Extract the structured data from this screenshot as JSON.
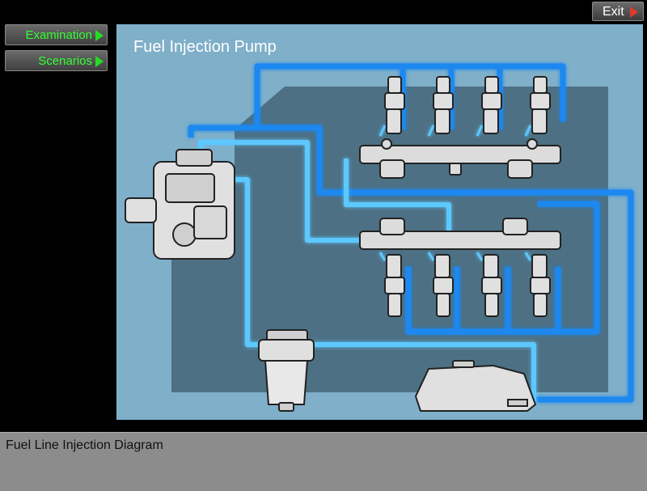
{
  "toolbar": {
    "exit_label": "Exit"
  },
  "sidebar": {
    "examination_label": "Examination",
    "scenarios_label": "Scenarios"
  },
  "diagram": {
    "title": "Fuel Injection Pump"
  },
  "caption": {
    "text": "Fuel Line Injection Diagram"
  },
  "colors": {
    "line": "#1e88f0",
    "line_glow": "#5cc8ff",
    "background": "#7fafc9",
    "panel": "#4d7084",
    "accent_green": "#33ff33",
    "exit_arrow": "#e03a2a"
  }
}
